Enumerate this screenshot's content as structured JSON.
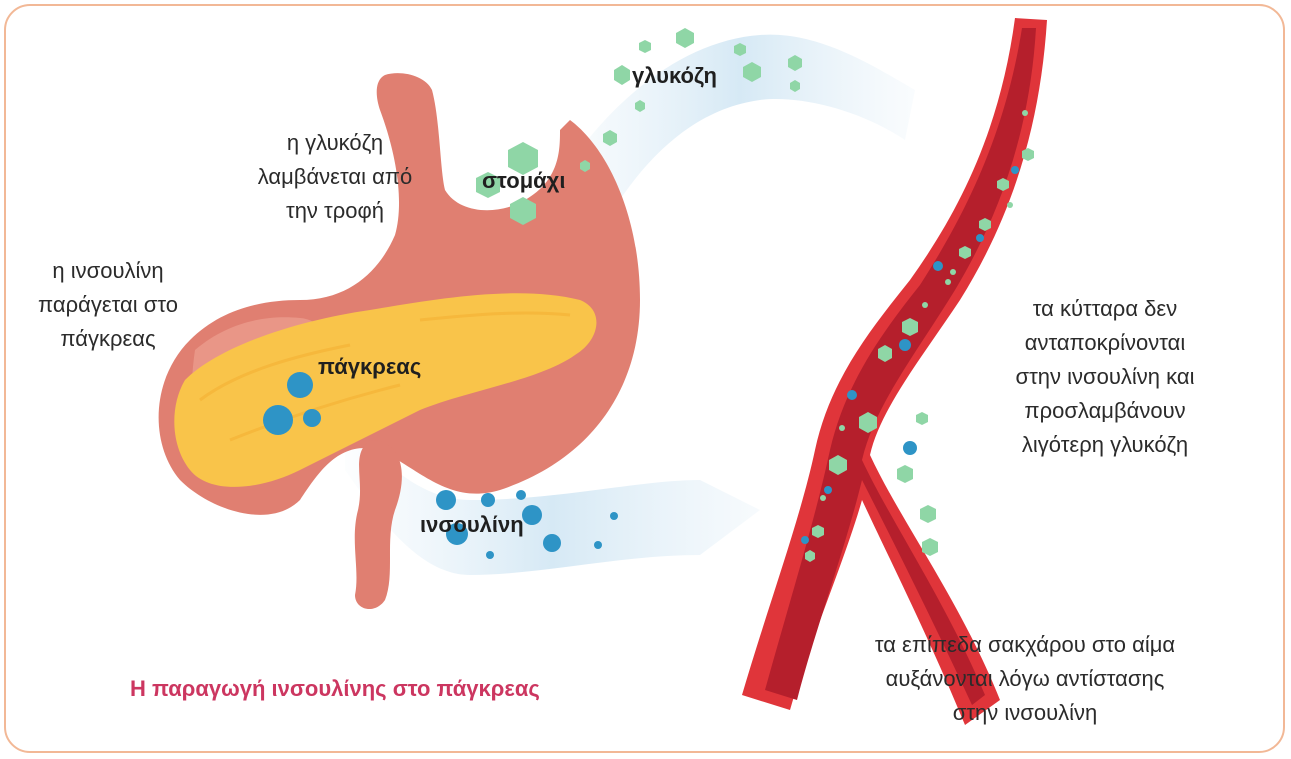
{
  "labels": {
    "stomach": "στομάχι",
    "pancreas": "πάγκρεας",
    "glucose": "γλυκόζη",
    "insulin": "ινσουλίνη"
  },
  "notes": {
    "glucose_from_food": [
      "η γλυκόζη",
      "λαμβάνεται από",
      "την τροφή"
    ],
    "insulin_produced": [
      "η ινσουλίνη",
      "παράγεται στο",
      "πάγκρεας"
    ],
    "cells_not_respond": [
      "τα κύτταρα δεν",
      "ανταποκρίνονται",
      "στην ινσουλίνη και",
      "προσλαμβάνουν",
      "λιγότερη γλυκόζη"
    ],
    "blood_sugar_rise": [
      "τα επίπεδα σακχάρου στο αίμα",
      "αυξάνονται λόγω αντίστασης",
      "στην ινσουλίνη"
    ]
  },
  "caption": "Η παραγωγή ινσουλίνης στο πάγκρεας",
  "colors": {
    "border": "#f2b896",
    "caption": "#cc3660",
    "stomach": "#e07f71",
    "stomach_light": "#eea596",
    "pancreas": "#f9c44a",
    "vessel": "#e0353a",
    "vessel_inner": "#b51f2c",
    "glucose": "#8fd6a6",
    "insulin": "#2e94c6",
    "flow": "#dcecf6"
  }
}
